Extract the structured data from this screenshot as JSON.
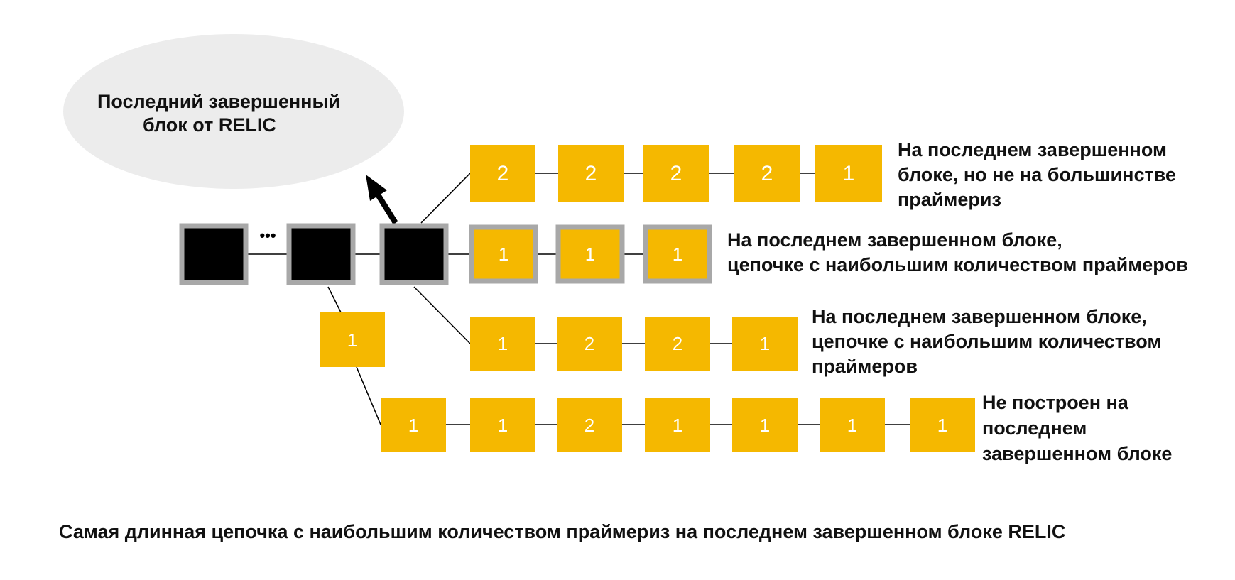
{
  "colors": {
    "block_gold": "#F5B800",
    "block_black": "#000000",
    "block_border_gray": "#A8A8A8",
    "bubble_gray": "#ECECEC",
    "line": "#000000",
    "text": "#111111",
    "number_text": "#ffffff"
  },
  "bubble": {
    "line1": "Последний завершенный",
    "line2": "блок от RELIC"
  },
  "chain_ellipsis": "•••",
  "rows": {
    "top": {
      "blocks": [
        "2",
        "2",
        "2",
        "2",
        "1"
      ],
      "label": [
        "На последнем завершенном",
        "блоке, но не на большинстве",
        "праймериз"
      ]
    },
    "middle": {
      "blocks": [
        "1",
        "1",
        "1"
      ],
      "label": [
        "На последнем завершенном блоке,",
        "цепочке с наибольшим количеством праймеров"
      ]
    },
    "lower": {
      "blocks": [
        "1",
        "2",
        "2",
        "1"
      ],
      "label": [
        "На последнем завершенном блоке,",
        "цепочке с наибольшим количеством",
        "праймеров"
      ]
    },
    "fork": {
      "blocks": [
        "1"
      ]
    },
    "bottom": {
      "blocks": [
        "1",
        "1",
        "2",
        "1",
        "1",
        "1",
        "1"
      ],
      "label": [
        "Не построен на",
        "последнем",
        "завершенном блоке"
      ]
    }
  },
  "caption": "Самая длинная цепочка с наибольшим количеством праймериз на последнем завершенном блоке RELIC"
}
